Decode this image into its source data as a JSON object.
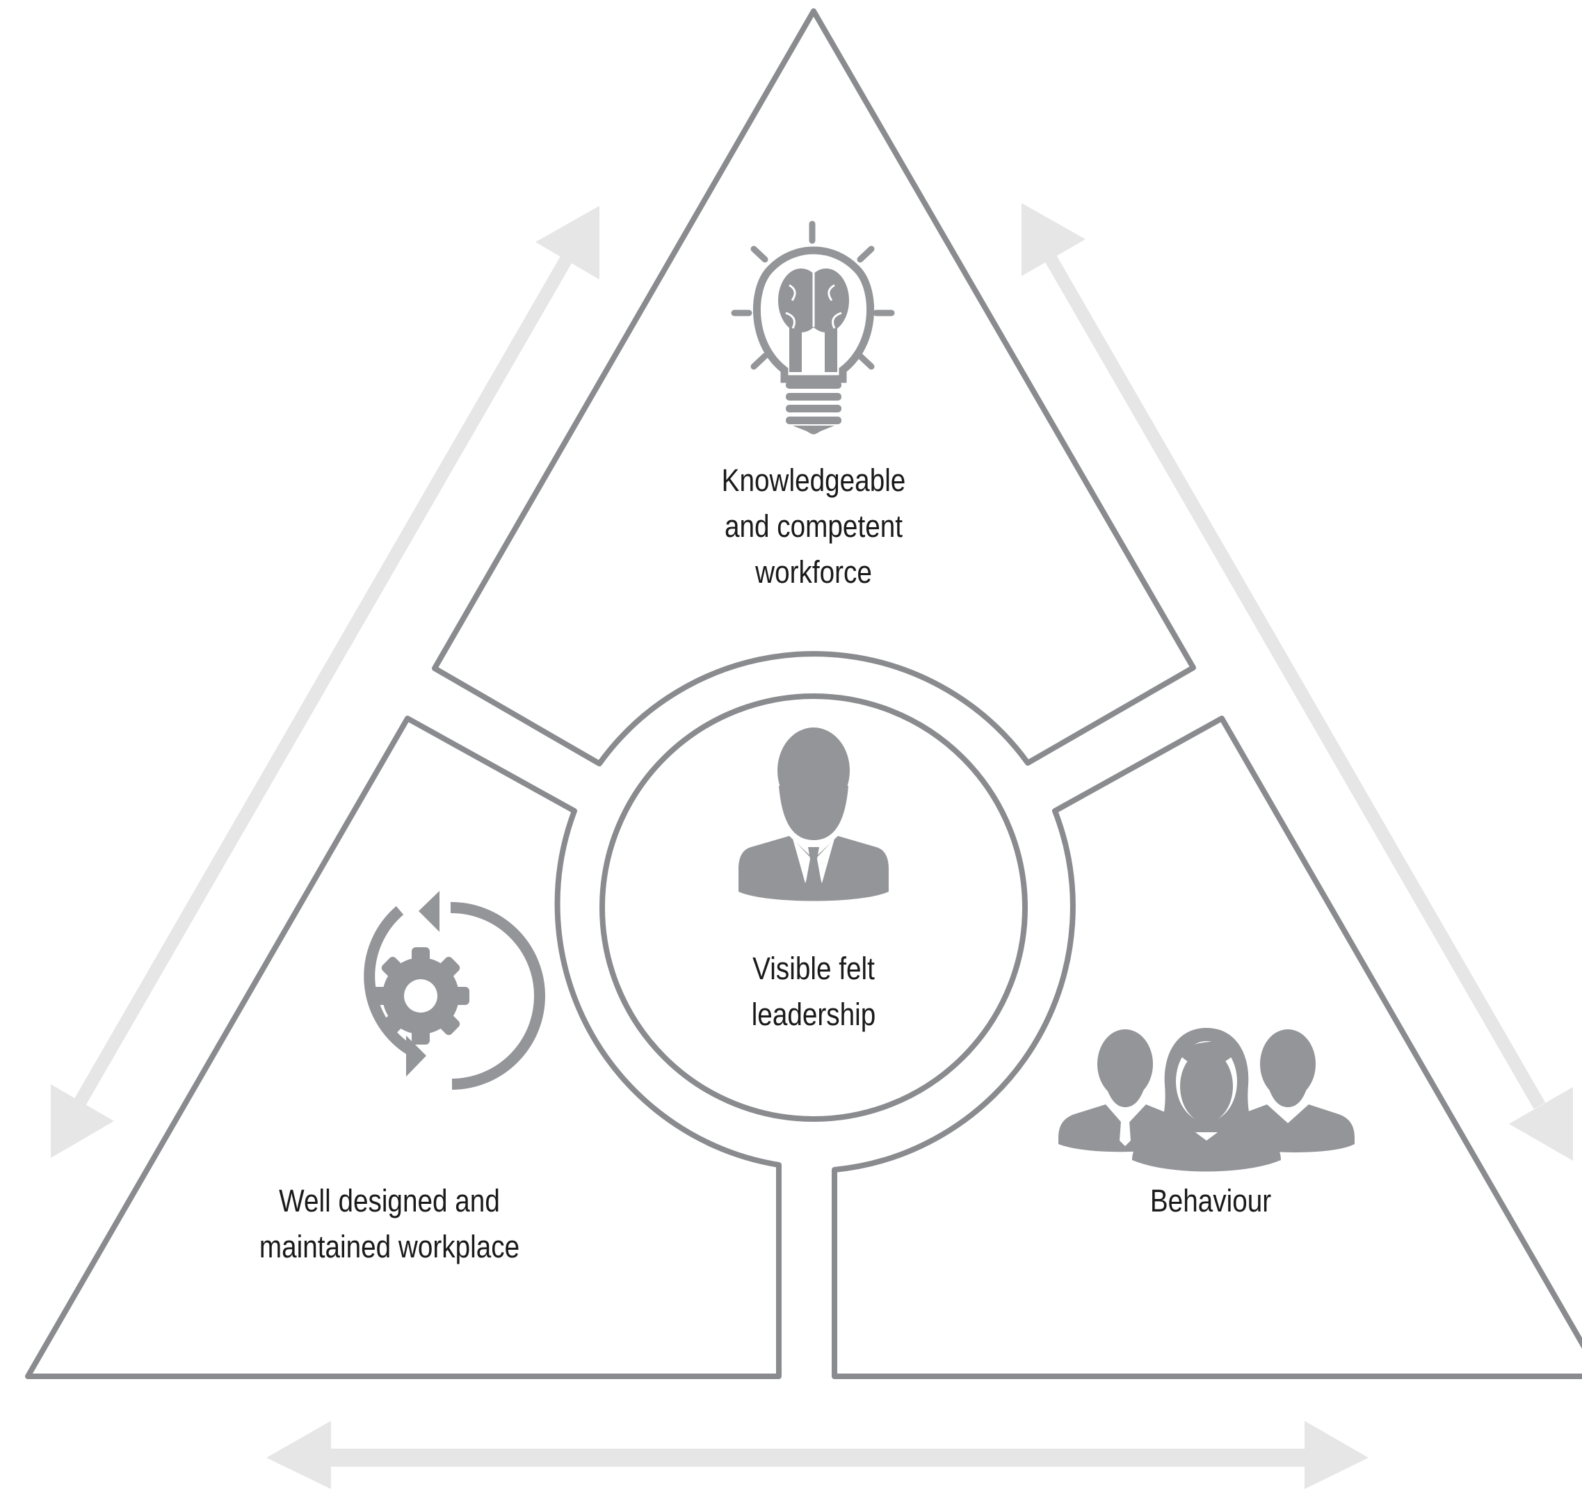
{
  "colors": {
    "outline": "#8a8b8e",
    "icon": "#939598",
    "arrow": "#e6e6e7",
    "text": "#1a1a1a"
  },
  "segments": {
    "top": {
      "icon": "lightbulb-brain-icon",
      "lines": [
        "Knowledgeable",
        "and competent",
        "workforce"
      ]
    },
    "left": {
      "icon": "gear-cycle-icon",
      "lines": [
        "Well designed and",
        "maintained workplace"
      ]
    },
    "right": {
      "icon": "people-group-icon",
      "lines": [
        "Behaviour"
      ]
    },
    "center": {
      "icon": "businessman-icon",
      "lines": [
        "Visible felt",
        "leadership"
      ]
    }
  }
}
